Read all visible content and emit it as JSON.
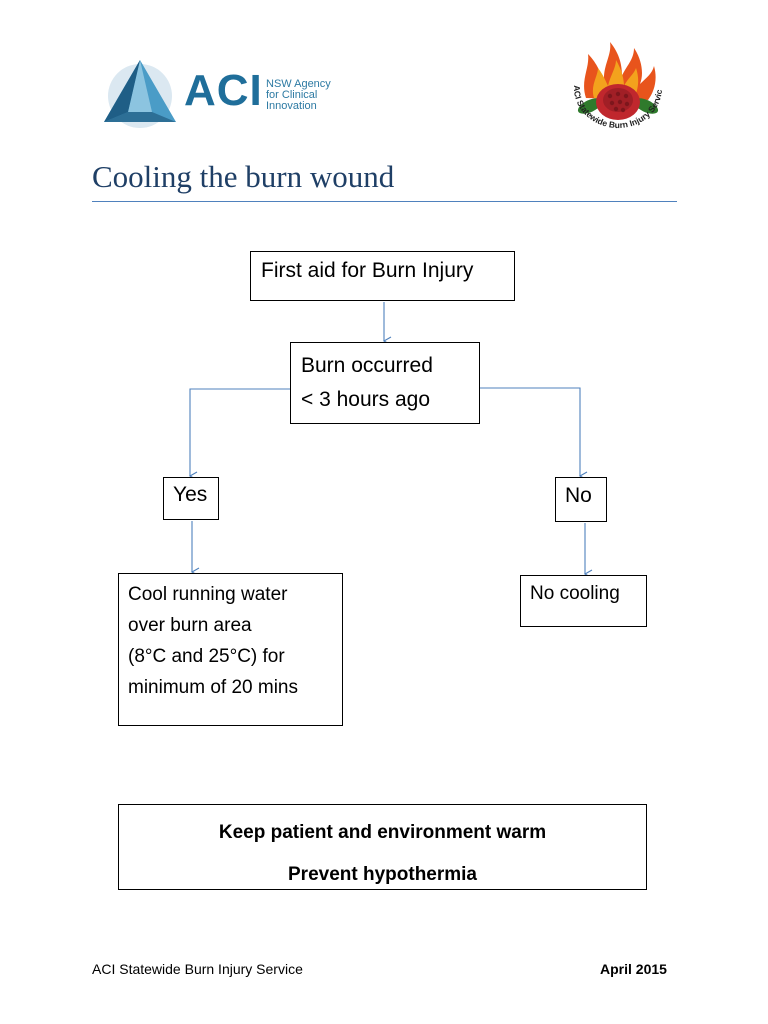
{
  "logos": {
    "aci": {
      "wordmark": "ACI",
      "agency_lines": [
        "NSW Agency",
        "for Clinical",
        "Innovation"
      ],
      "brand_color": "#1f6e9a",
      "icon": "triangle-logo-icon"
    },
    "burn_service": {
      "ring_text": "ACI Statewide Burn Injury Service",
      "icon": "waratah-flame-icon",
      "flame_color": "#e8541c",
      "flower_color": "#c0272d"
    }
  },
  "document": {
    "title": "Cooling the burn wound",
    "title_color": "#1f3f66",
    "rule_color": "#4f81bd"
  },
  "flowchart": {
    "arrow_color": "#4f81bd",
    "first_aid": "First aid for Burn Injury",
    "decision_lines": [
      "Burn occurred",
      "< 3 hours ago"
    ],
    "yes_label": "Yes",
    "no_label": "No",
    "yes_action_lines": [
      "Cool running water",
      "over burn area",
      "(8°C and 25°C) for",
      "minimum of 20 mins"
    ],
    "no_action": "No cooling",
    "general_lines": [
      "Keep patient and environment warm",
      "Prevent hypothermia"
    ]
  },
  "footer": {
    "left": "ACI Statewide Burn Injury Service",
    "right": "April 2015"
  }
}
